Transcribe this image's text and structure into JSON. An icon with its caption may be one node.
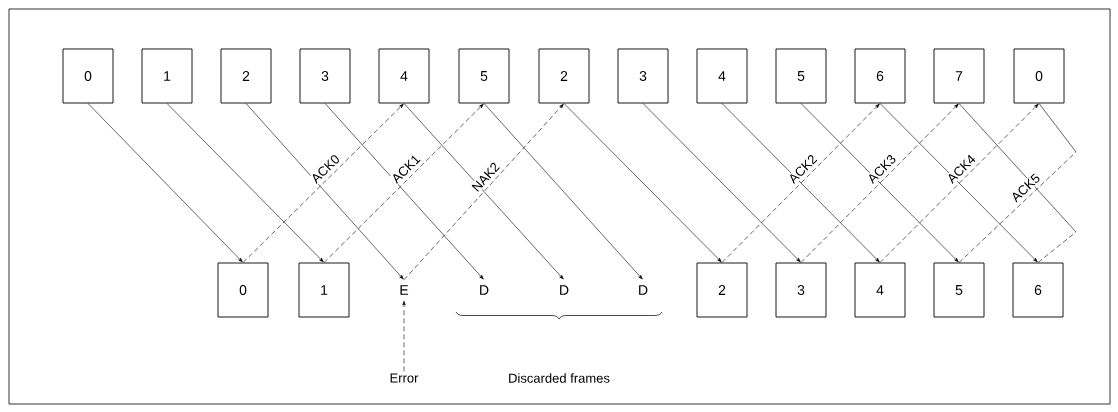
{
  "diagram": {
    "nodes": [
      {
        "text": [
          "0"
        ]
      },
      {
        "text": [
          "1"
        ]
      },
      {
        "text": [
          "2"
        ]
      },
      {
        "text": [
          "3"
        ]
      },
      {
        "text": [
          "4"
        ]
      },
      {
        "text": [
          "5"
        ]
      },
      {
        "text": [
          "2"
        ]
      },
      {
        "text": [
          "3"
        ]
      },
      {
        "text": [
          "4"
        ]
      },
      {
        "text": [
          "5"
        ]
      },
      {
        "text": [
          "6"
        ]
      },
      {
        "text": [
          "7"
        ]
      },
      {
        "text": [
          "0"
        ]
      },
      {
        "text": [
          "0"
        ]
      },
      {
        "text": [
          "1"
        ]
      },
      {
        "text": [
          "E"
        ]
      },
      {
        "text": [
          "D"
        ]
      },
      {
        "text": [
          "D"
        ]
      },
      {
        "text": [
          "D"
        ]
      },
      {
        "text": [
          "2"
        ]
      },
      {
        "text": [
          "3"
        ]
      },
      {
        "text": [
          "4"
        ]
      },
      {
        "text": [
          "5"
        ]
      },
      {
        "text": [
          "6"
        ]
      },
      {
        "text": [
          "Error"
        ]
      }
    ],
    "edges": [
      {
        "from": 0,
        "to": 13,
        "arrow": "to"
      },
      {
        "from": 1,
        "to": 14,
        "arrow": "to"
      },
      {
        "from": 2,
        "to": 15,
        "arrow": "to"
      },
      {
        "from": 3,
        "to": 16,
        "arrow": "to"
      },
      {
        "from": 4,
        "to": 17,
        "arrow": "to"
      },
      {
        "from": 5,
        "to": 18,
        "arrow": "to"
      },
      {
        "from": 6,
        "to": 19,
        "arrow": "to"
      },
      {
        "from": 7,
        "to": 20,
        "arrow": "to"
      },
      {
        "from": 8,
        "to": 21,
        "arrow": "to"
      },
      {
        "from": 9,
        "to": 22,
        "arrow": "to"
      },
      {
        "from": 10,
        "to": 23,
        "arrow": "to"
      },
      {
        "from": 11,
        "to": null,
        "arrow": "none"
      },
      {
        "from": 12,
        "to": null,
        "arrow": "none"
      },
      {
        "from": 13,
        "to": 4,
        "arrow": "to",
        "style": "dashed",
        "label": "ACK0"
      },
      {
        "from": 14,
        "to": 5,
        "arrow": "to",
        "style": "dashed",
        "label": "ACK1"
      },
      {
        "from": 15,
        "to": 6,
        "arrow": "to",
        "style": "dashed",
        "label": "NAK2"
      },
      {
        "from": 19,
        "to": 10,
        "arrow": "to",
        "style": "dashed",
        "label": "ACK2"
      },
      {
        "from": 20,
        "to": 11,
        "arrow": "to",
        "style": "dashed",
        "label": "ACK3"
      },
      {
        "from": 21,
        "to": 12,
        "arrow": "to",
        "style": "dashed",
        "label": "ACK4"
      },
      {
        "from": 22,
        "to": null,
        "arrow": "none",
        "style": "dashed",
        "label": "ACK5"
      },
      {
        "from": 23,
        "to": null,
        "arrow": "none",
        "style": "dashed"
      },
      {
        "from": 24,
        "to": 15,
        "arrow": "to",
        "style": "dashed"
      }
    ],
    "labels": [
      "Discarded frames"
    ]
  }
}
